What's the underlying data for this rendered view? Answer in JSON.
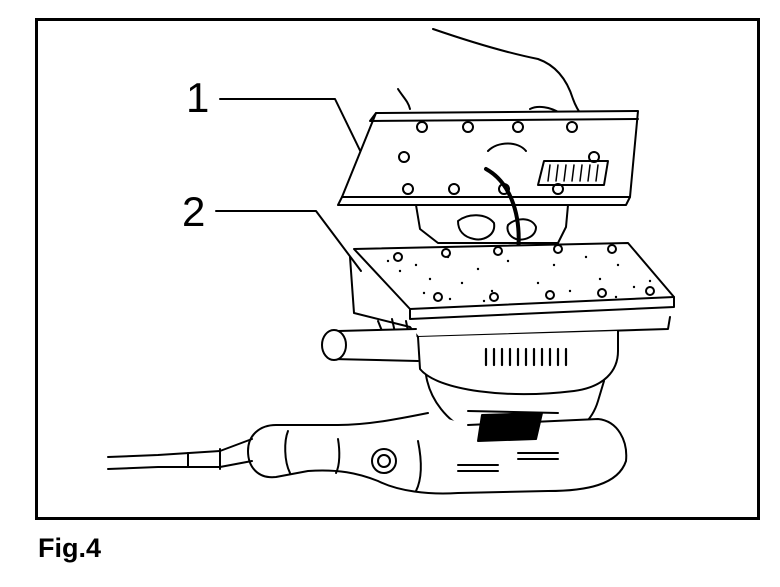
{
  "figure": {
    "caption": "Fig.4",
    "callouts": [
      {
        "label": "1",
        "target": "pad-plate"
      },
      {
        "label": "2",
        "target": "abrasive-sheet"
      }
    ]
  },
  "colors": {
    "line": "#000000",
    "background": "#ffffff"
  }
}
